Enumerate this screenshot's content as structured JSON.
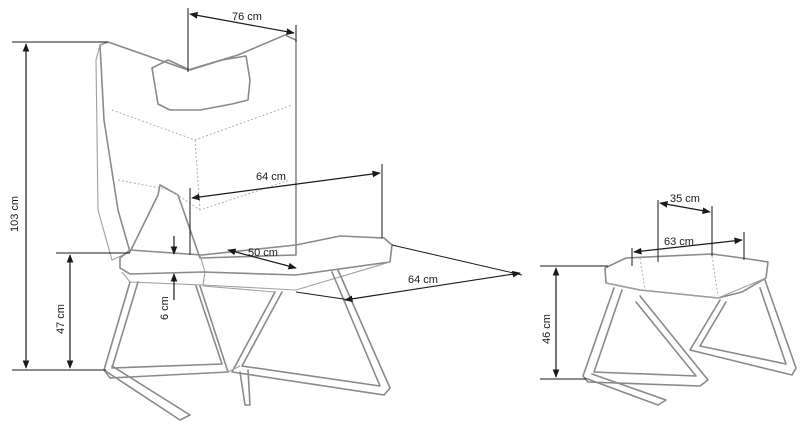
{
  "chair": {
    "width_label": "76 cm",
    "height_label": "103 cm",
    "seat_height_label": "47 cm",
    "cushion_thickness_label": "6 cm",
    "seat_depth_label": "50 cm",
    "seat_width_label": "64 cm",
    "overall_depth_label": "64 cm"
  },
  "footstool": {
    "depth_label": "35 cm",
    "width_label": "63 cm",
    "height_label": "46 cm"
  },
  "colors": {
    "outline": "#8a8a8a",
    "dimension_line": "#1a1a1a",
    "background": "#ffffff"
  }
}
